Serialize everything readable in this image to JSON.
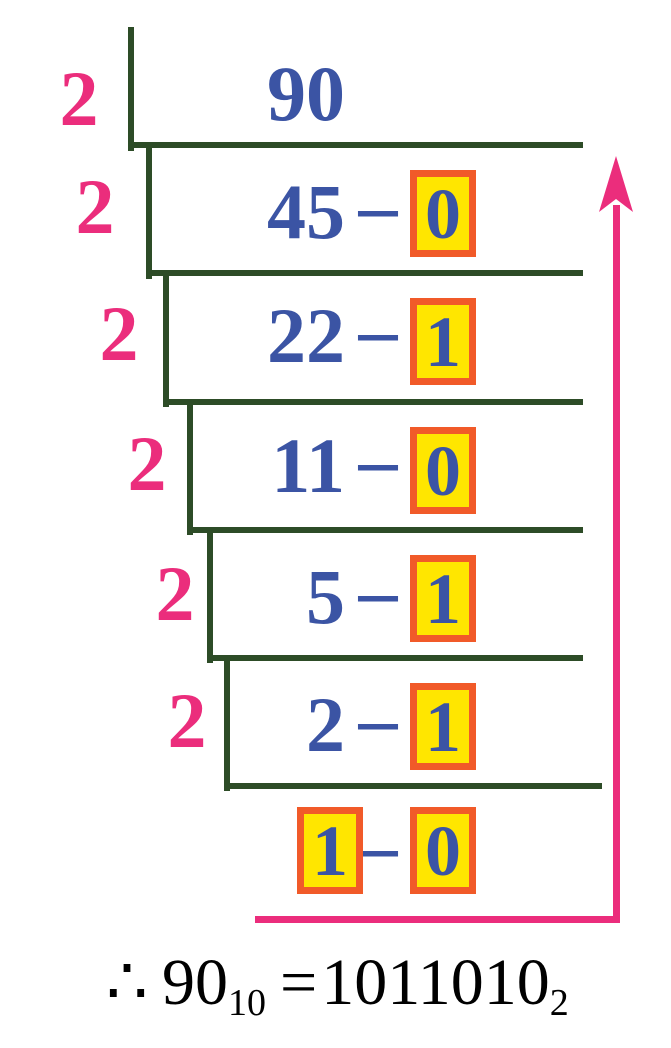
{
  "diagram_type": "decimal-to-binary-conversion-by-repeated-division",
  "colors": {
    "divisor_pink": "#EB2D7C",
    "number_blue": "#3B54A4",
    "bracket_green": "#2D4C27",
    "box_fill_yellow": "#FFE600",
    "box_border_orange": "#F15A29",
    "arrow_pink": "#EB2D7C",
    "formula_black": "#000000",
    "background": "#FFFFFF"
  },
  "dash": "–",
  "rows": [
    {
      "divisor": "2",
      "quotient": "90",
      "remainder": null
    },
    {
      "divisor": "2",
      "quotient": "45",
      "remainder": "0"
    },
    {
      "divisor": "2",
      "quotient": "22",
      "remainder": "1"
    },
    {
      "divisor": "2",
      "quotient": "11",
      "remainder": "0"
    },
    {
      "divisor": "2",
      "quotient": "5",
      "remainder": "1"
    },
    {
      "divisor": "2",
      "quotient": "2",
      "remainder": "1"
    },
    {
      "divisor": null,
      "quotient": "1",
      "remainder": "0",
      "quotient_boxed": true
    }
  ],
  "arrow": {
    "direction": "up",
    "meaning": "read-remainders-bottom-to-top"
  },
  "formula": {
    "therefore_symbol": "∴",
    "decimal_value": "90",
    "decimal_base": "10",
    "equals_sign": "=",
    "binary_value": "1011010",
    "binary_base": "2"
  }
}
